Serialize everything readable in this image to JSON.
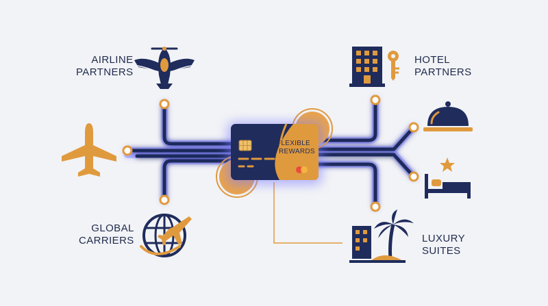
{
  "card": {
    "line1": "FLEXIBLE",
    "line2": "REWARDS"
  },
  "labels": {
    "airline": {
      "line1": "AIRLINE",
      "line2": "PARTNERS"
    },
    "hotel": {
      "line1": "HOTEL",
      "line2": "PARTNERS"
    },
    "global": {
      "line1": "GLOBAL",
      "line2": "CARRIERS"
    },
    "luxury": {
      "line1": "LUXURY",
      "line2": "SUITES"
    }
  },
  "icons": {
    "airline": "propeller-plane-wings-icon",
    "jet": "airplane-icon",
    "global": "globe-plane-icon",
    "hotel": "hotel-key-icon",
    "service": "service-bell-icon",
    "suite": "bed-star-icon",
    "resort": "palm-resort-icon"
  },
  "colors": {
    "navy": "#1f2c5c",
    "gold": "#e09a3e",
    "glow": "#5a5cff",
    "background": "#f2f3f6"
  }
}
